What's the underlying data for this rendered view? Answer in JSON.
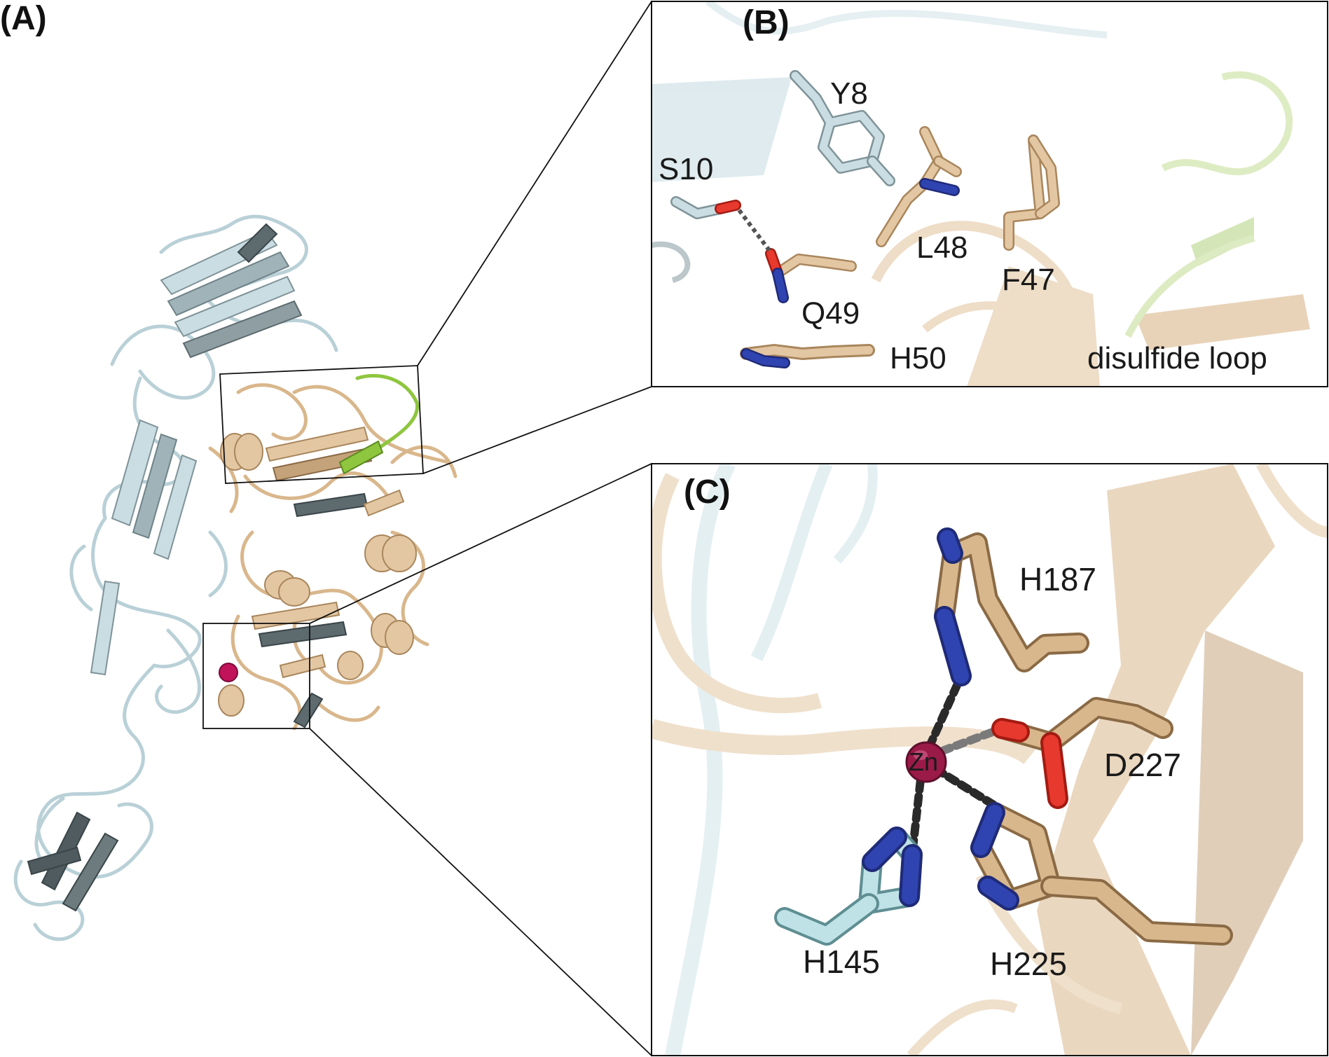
{
  "panels": {
    "a": {
      "letter": "(A)"
    },
    "b": {
      "letter": "(B)",
      "residues": {
        "y8": "Y8",
        "s10": "S10",
        "l48": "L48",
        "f47": "F47",
        "q49": "Q49",
        "h50": "H50"
      },
      "region_label": "disulfide loop"
    },
    "c": {
      "letter": "(C)",
      "metal": "Zn",
      "residues": {
        "h187": "H187",
        "d227": "D227",
        "h145": "H145",
        "h225": "H225"
      }
    }
  },
  "colors": {
    "chain_light": "#c9dde3",
    "chain_light_dark": "#8fa2a7",
    "chain_tan": "#e3c7a3",
    "chain_tan_dark": "#a9865c",
    "sheet_gray": "#5d6a6e",
    "disulfide_loop": "#8fc63f",
    "zinc": "#c0135a",
    "nitrogen": "#2b3aa0",
    "oxygen": "#d8261c",
    "bond_dash": "#333333"
  }
}
